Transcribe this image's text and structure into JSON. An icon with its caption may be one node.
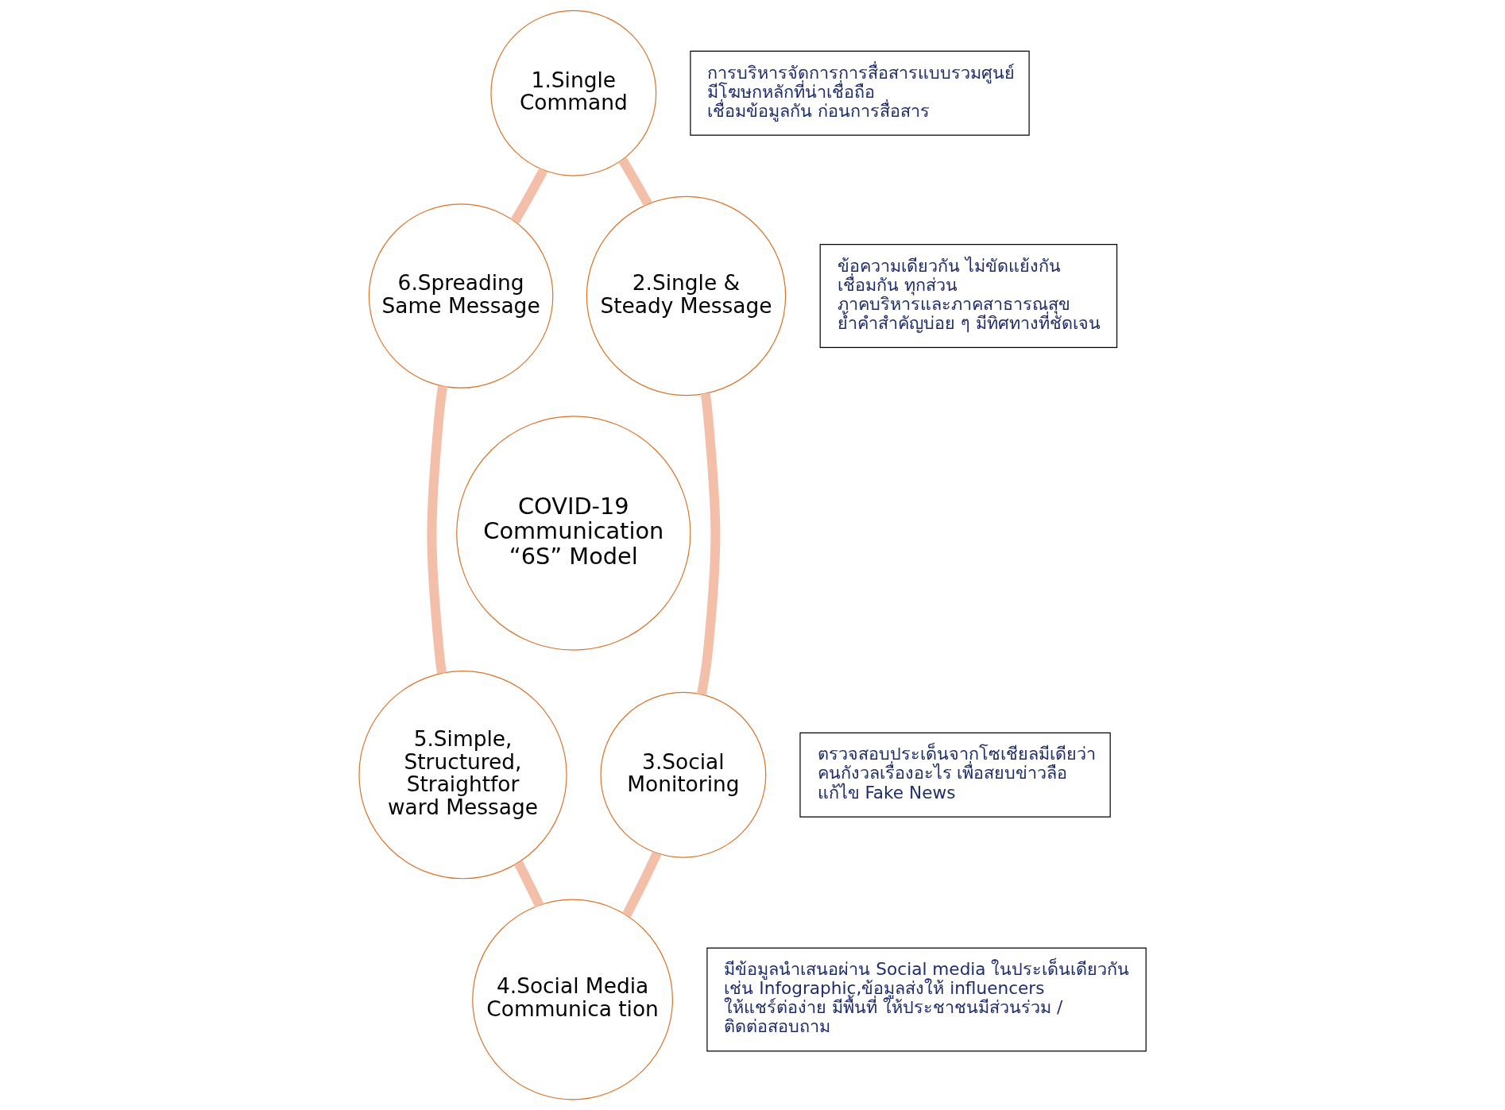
{
  "diagram": {
    "nodes": [
      {
        "text": [
          "COVID-19 Communication “6S” Model"
        ]
      },
      {
        "text": [
          "1.Single Command"
        ]
      },
      {
        "text": [
          "2.Single & Steady Message"
        ]
      },
      {
        "text": [
          "3.Social Monitoring"
        ]
      },
      {
        "text": [
          "4.Social Media Communica tion"
        ]
      },
      {
        "text": [
          "5.Simple, Structured, Straightfor ward Message"
        ]
      },
      {
        "text": [
          "6.Spreading Same Message"
        ]
      },
      {
        "text": [
          "การบริหารจัดการการสื่อสารแบบรวมศูนย์ มีโฆษกหลักที่น่าเชื่อถือ เชื่อมข้อมูลกัน ก่อนการสื่อสาร"
        ]
      },
      {
        "text": [
          "ข้อความเดียวกัน ไม่ขัดแย้งกัน เชื่อมกัน ทุกส่วน ภาคบริหารและภาคสาธารณสุข ย้ำคำสำคัญบ่อย ๆ มีทิศทางที่ชัดเจน"
        ]
      },
      {
        "text": [
          "ตรวจสอบประเด็นจากโซเชียลมีเดียว่า คนกังวลเรื่องอะไร เพื่อสยบข่าวลือ แก้ไข Fake News"
        ]
      },
      {
        "text": [
          "มีข้อมูลนำเสนอผ่าน Social media ในประเด็นเดียวกัน เช่น Infographic,ข้อมูลส่งให้ influencers ให้แชร์ต่อง่าย มีพื้นที่ ให้ประชาชนมีส่วนร่วม / ติดต่อสอบถาม"
        ]
      }
    ],
    "edges": [
      {
        "from": 1,
        "to": 2,
        "arrow": "none"
      },
      {
        "from": 2,
        "to": 3,
        "arrow": "none"
      },
      {
        "from": 3,
        "to": 4,
        "arrow": "none"
      },
      {
        "from": 4,
        "to": 5,
        "arrow": "none"
      },
      {
        "from": 5,
        "to": 6,
        "arrow": "none"
      },
      {
        "from": 6,
        "to": 1,
        "arrow": "none"
      }
    ]
  }
}
